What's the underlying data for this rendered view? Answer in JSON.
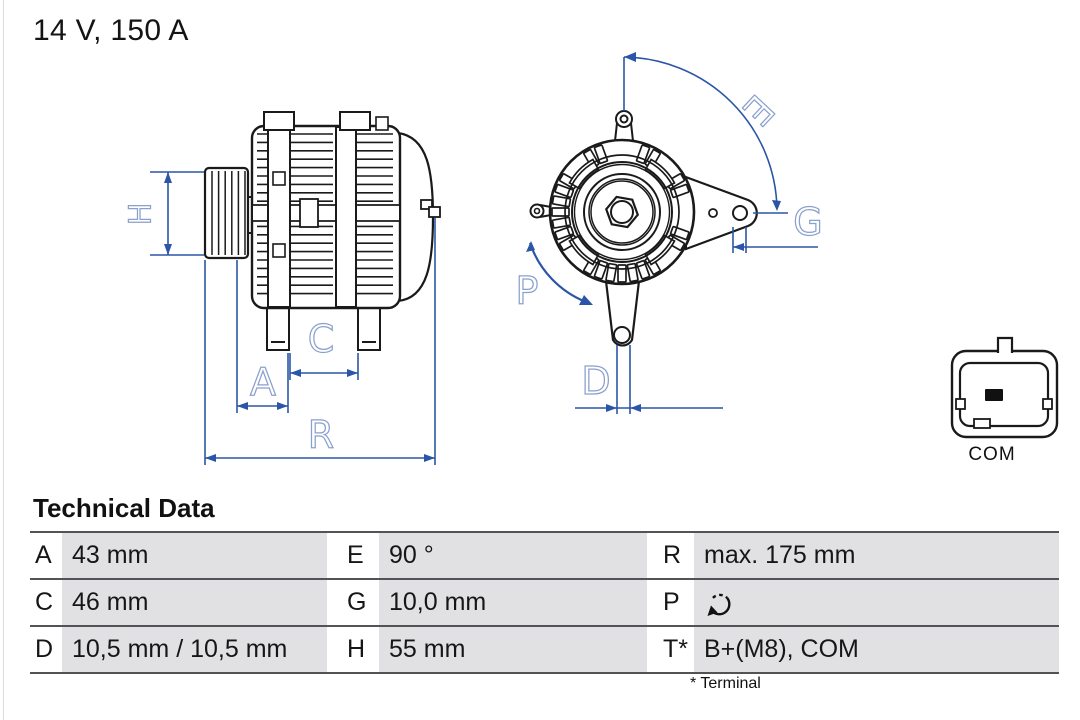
{
  "page": {
    "title": "14 V, 150 A"
  },
  "diagram": {
    "labels": {
      "H": "H",
      "A": "A",
      "C": "C",
      "R": "R",
      "E": "E",
      "G": "G",
      "P": "P",
      "D": "D"
    },
    "connector_label": "COM"
  },
  "table": {
    "heading": "Technical Data",
    "footnote": "* Terminal",
    "rows": [
      {
        "cells": [
          {
            "key": "A",
            "value": "43 mm"
          },
          {
            "key": "E",
            "value": "90 °"
          },
          {
            "key": "R",
            "value": "max. 175 mm"
          }
        ]
      },
      {
        "cells": [
          {
            "key": "C",
            "value": "46 mm"
          },
          {
            "key": "G",
            "value": "10,0 mm"
          },
          {
            "key": "P",
            "value": "",
            "icon": "rotation-direction-icon"
          }
        ]
      },
      {
        "cells": [
          {
            "key": "D",
            "value": "10,5 mm / 10,5 mm"
          },
          {
            "key": "H",
            "value": "55 mm"
          },
          {
            "key": "T*",
            "value": "B+(M8), COM"
          }
        ]
      }
    ]
  },
  "colors": {
    "dimension_blue": "#2b55a7",
    "label_blue": "#8ba1cd",
    "line_black": "#1a1a1a",
    "cell_gray": "#e1e1e3",
    "divider_gray": "#515356"
  }
}
